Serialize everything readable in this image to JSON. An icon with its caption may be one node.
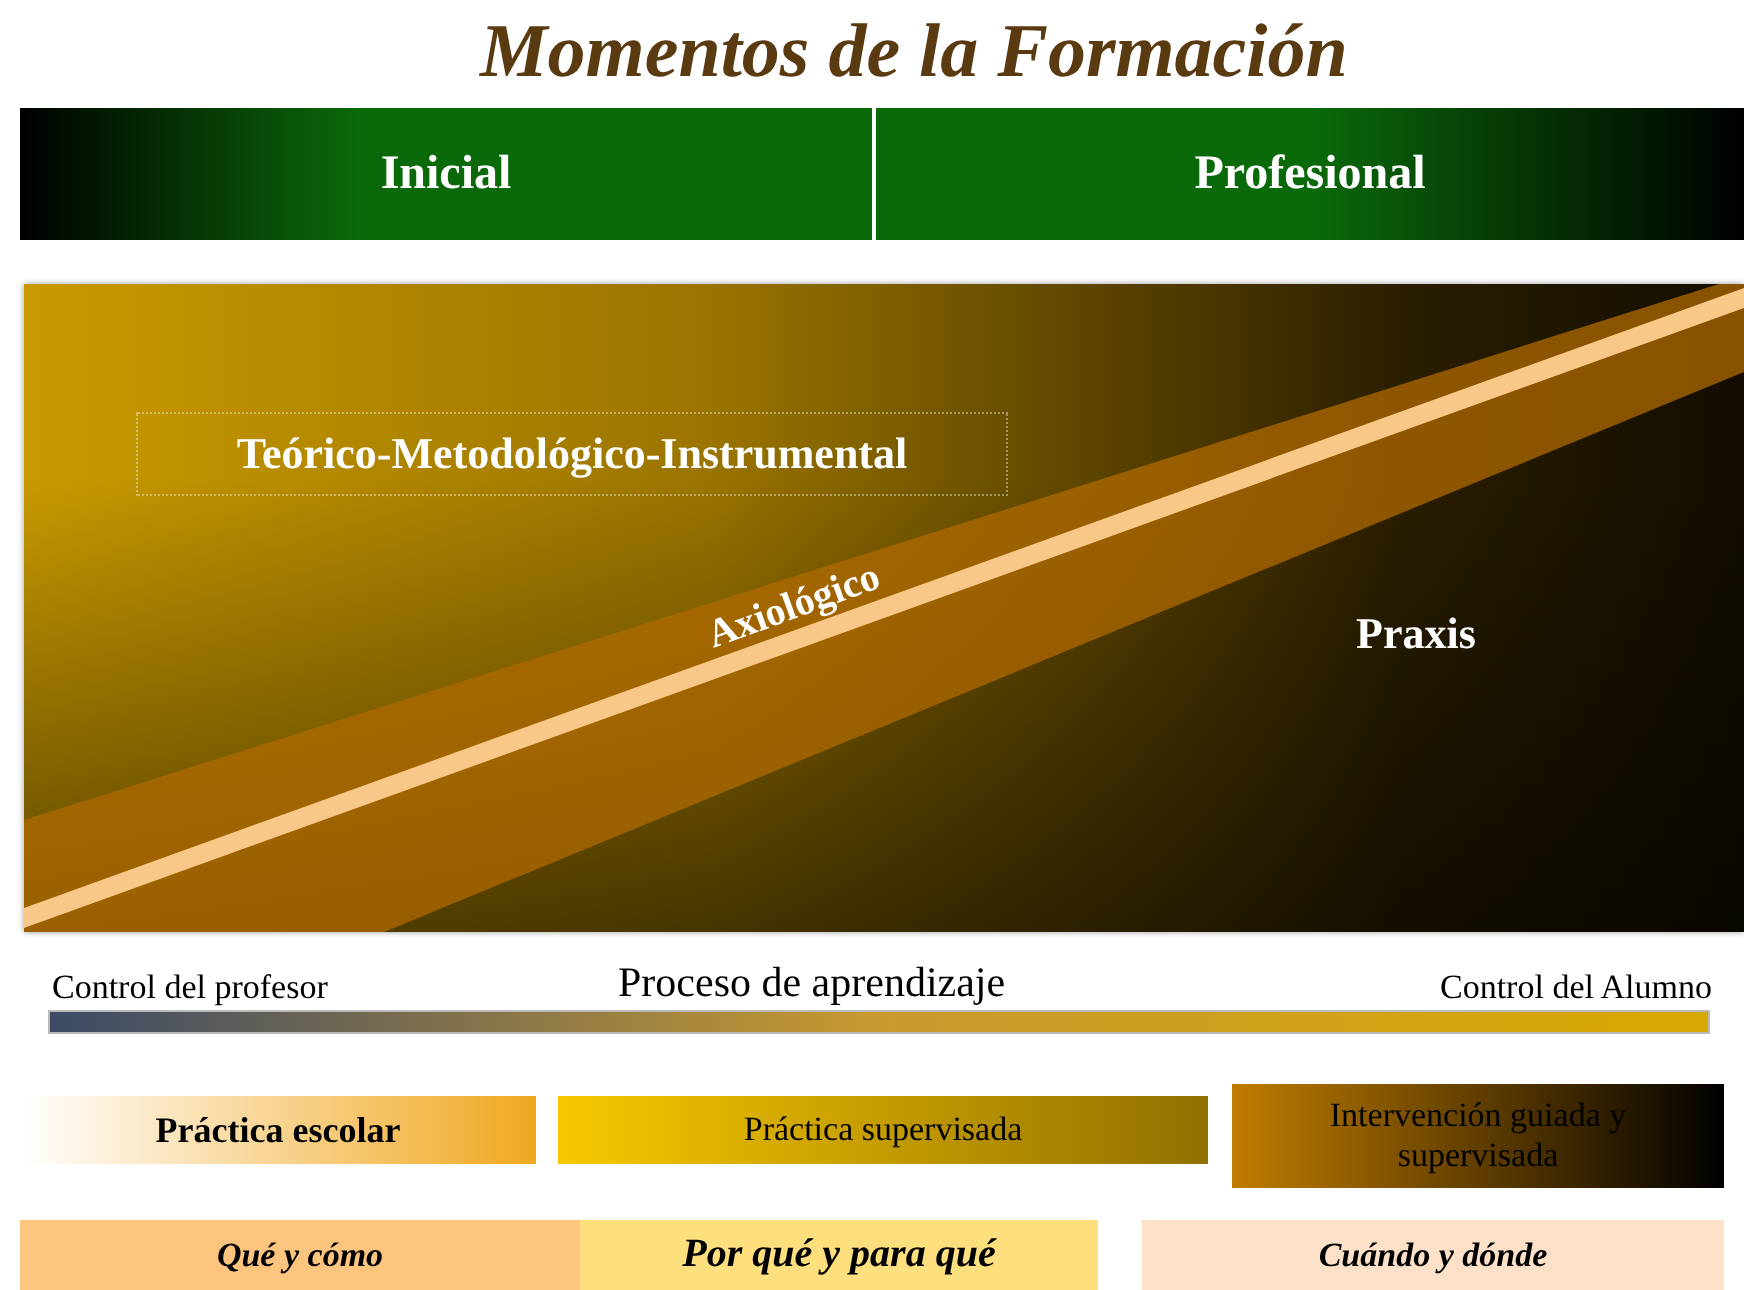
{
  "diagram": {
    "title": "Momentos de la Formación",
    "nodes": [
      {
        "text": [
          "Inicial"
        ]
      },
      {
        "text": [
          "Profesional"
        ]
      },
      {
        "text": [
          "Praxis"
        ]
      },
      {
        "text": [
          "Teórico-Metodológico-Instrumental"
        ],
        "in": 2
      },
      {
        "text": [
          "Axiológico"
        ],
        "in": 2
      },
      {
        "text": [
          "Práctica escolar"
        ]
      },
      {
        "text": [
          "Práctica supervisada"
        ]
      },
      {
        "text": [
          "Intervención guiada y supervisada"
        ]
      },
      {
        "text": [
          "Qué y cómo"
        ]
      },
      {
        "text": [
          "Por qué y para qué"
        ]
      },
      {
        "text": [
          "Cuándo y dónde"
        ]
      }
    ],
    "edges": [],
    "labels": [
      "Control del profesor",
      "Proceso de aprendizaje",
      "Control del Alumno"
    ]
  }
}
